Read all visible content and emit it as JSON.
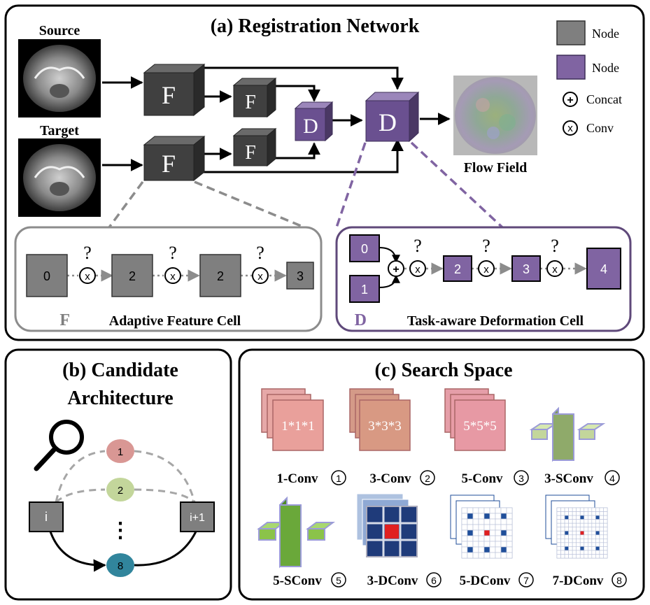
{
  "panel_a": {
    "title": "(a) Registration Network",
    "source_label": "Source",
    "target_label": "Target",
    "flow_label": "Flow Field",
    "f_letter": "F",
    "d_letter": "D",
    "legend": {
      "node_gray": "Node",
      "node_purple": "Node",
      "concat": "Concat",
      "conv": "Conv",
      "concat_symbol": "+",
      "conv_symbol": "x"
    },
    "feature_cell": {
      "letter": "F",
      "label": "Adaptive Feature Cell",
      "nodes": [
        "0",
        "2",
        "2",
        "3"
      ],
      "question": "?"
    },
    "deform_cell": {
      "letter": "D",
      "label": "Task-aware Deformation Cell",
      "nodes": [
        "0",
        "1",
        "2",
        "3",
        "4"
      ],
      "question": "?"
    }
  },
  "panel_b": {
    "title_line1": "(b) Candidate",
    "title_line2": "Architecture",
    "node_i": "i",
    "node_i1": "i+1",
    "candidates": [
      "1",
      "2",
      "8"
    ],
    "ellipsis": "⋮",
    "icons": [
      "magnifier-icon"
    ]
  },
  "panel_c": {
    "title": "(c) Search Space",
    "ops": [
      {
        "label": "1-Conv",
        "num": "1",
        "kernel": "1*1*1"
      },
      {
        "label": "3-Conv",
        "num": "2",
        "kernel": "3*3*3"
      },
      {
        "label": "5-Conv",
        "num": "3",
        "kernel": "5*5*5"
      },
      {
        "label": "3-SConv",
        "num": "4"
      },
      {
        "label": "5-SConv",
        "num": "5"
      },
      {
        "label": "3-DConv",
        "num": "6"
      },
      {
        "label": "5-DConv",
        "num": "7"
      },
      {
        "label": "7-DConv",
        "num": "8"
      }
    ]
  },
  "colors": {
    "gray_node": "#7f7f7f",
    "dark_node": "#404040",
    "purple_node": "#8064a2",
    "dark_purple": "#5f497a",
    "frame": "#000000"
  }
}
